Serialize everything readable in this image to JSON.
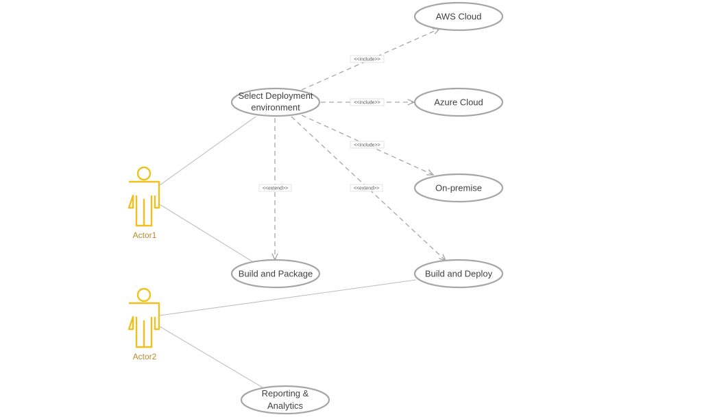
{
  "actors": {
    "actor1": "Actor1",
    "actor2": "Actor2"
  },
  "use_cases": {
    "aws_cloud": "AWS Cloud",
    "select_deployment_line1": "Select Deployment",
    "select_deployment_line2": "environment",
    "azure_cloud": "Azure Cloud",
    "on_premise": "On-premise",
    "build_and_package": "Build and Package",
    "build_and_deploy": "Build and Deploy",
    "reporting_line1": "Reporting &",
    "reporting_line2": "Analytics"
  },
  "relationships": {
    "include_aws": "<<include>>",
    "include_azure": "<<include>>",
    "include_onprem": "<<include>>",
    "extend_package": "<<extend>>",
    "extend_deploy": "<<extend>>"
  },
  "colors": {
    "actor": "#f2c01e",
    "actor_label": "#b58a2d",
    "ellipse_stroke": "#a6a6a6",
    "line": "#bfbfbf"
  }
}
